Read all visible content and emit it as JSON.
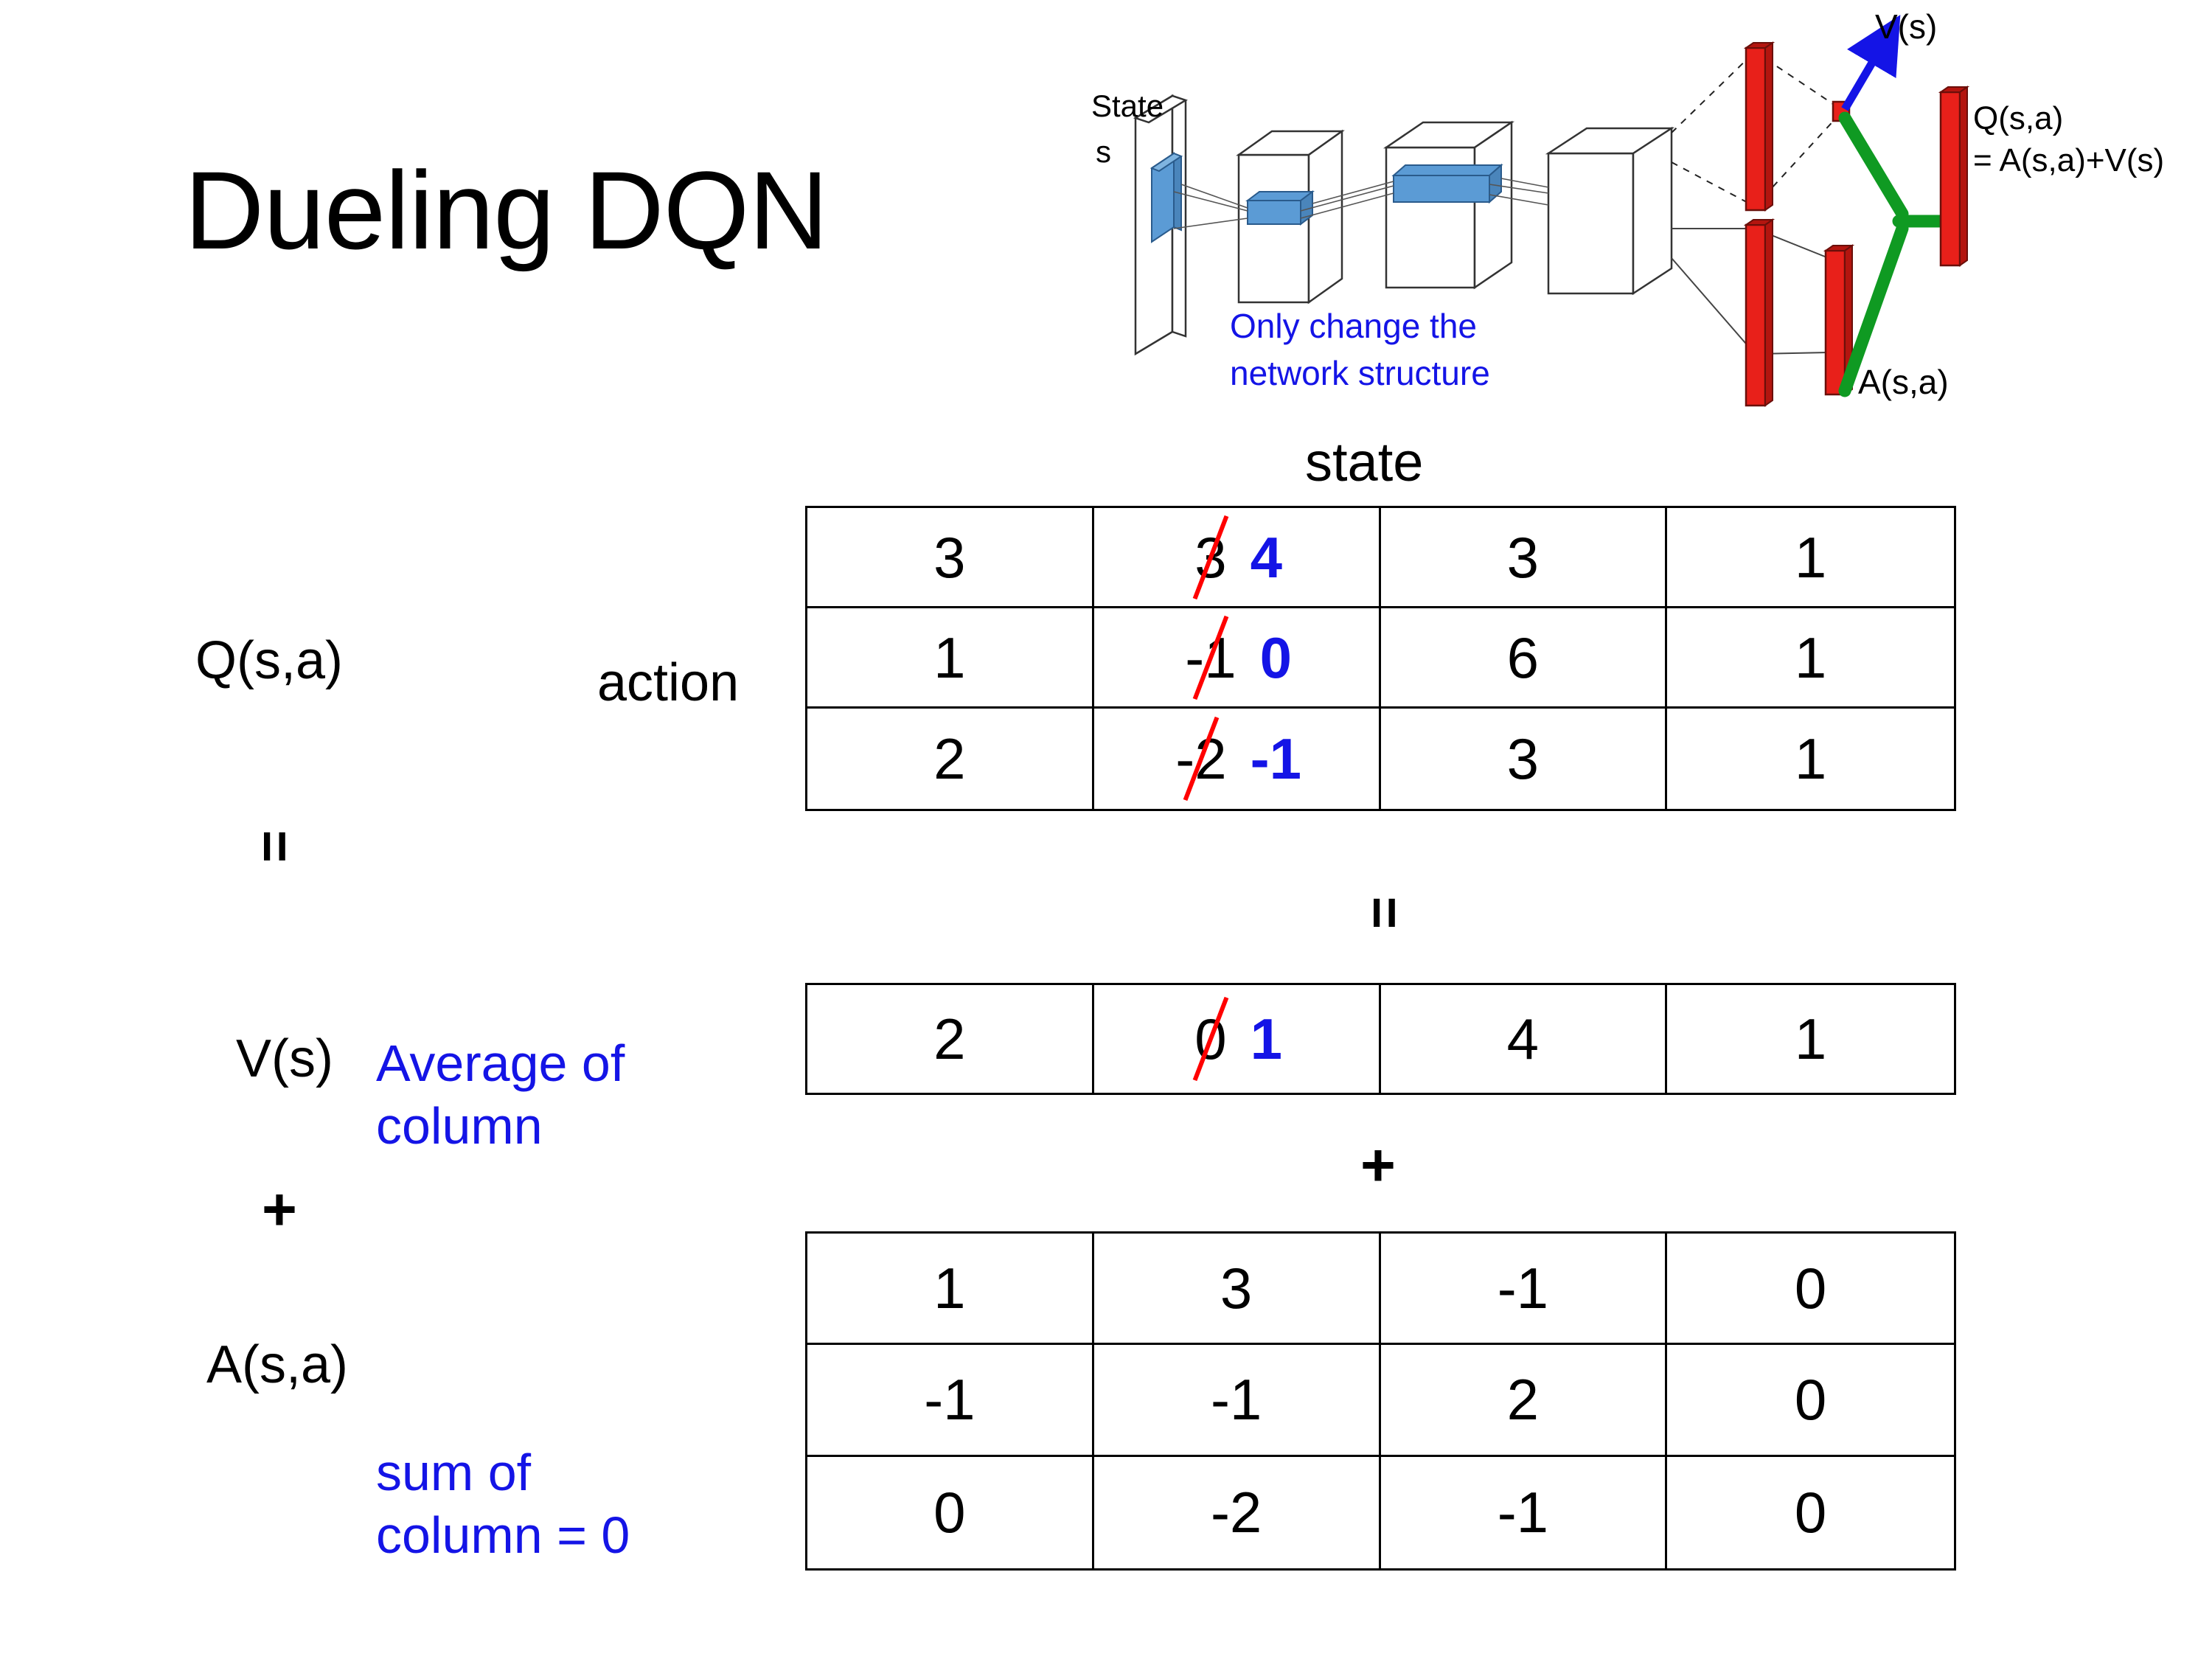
{
  "slide": {
    "title": "Dueling DQN"
  },
  "figure": {
    "state_label_line1": "State",
    "state_label_line2": "s",
    "note": "Only change the\nnetwork structure",
    "note_line1": "Only change the",
    "note_line2": "network structure",
    "value_stream_label": "V(s)",
    "advantage_stream_label": "A(s,a)",
    "output_label_line1": "Q(s,a)",
    "output_label_line2": "= A(s,a)+V(s)",
    "colors": {
      "note_blue": "#1414e6",
      "bar_red": "#e8201a",
      "merge_green": "#0f9a22",
      "arrow_blue": "#1414e6",
      "filter_blue": "#5b9bd5"
    }
  },
  "labels": {
    "state_header": "state",
    "action_header": "action",
    "q_label": "Q(s,a)",
    "v_label": "V(s)",
    "a_label": "A(s,a)",
    "equals_left": "=",
    "equals_middle": "=",
    "plus_left": "+",
    "plus_middle": "+",
    "v_note": "Average of\ncolumn",
    "a_note": "sum of\ncolumn = 0"
  },
  "colors": {
    "strike_red": "#ff0000",
    "edit_blue": "#1414e6",
    "text_black": "#000000"
  },
  "chart_data": {
    "type": "table",
    "title": "Dueling DQN: Q(s,a) = V(s) + A(s,a)",
    "tables": [
      {
        "name": "Q(s,a)",
        "row_axis": "action",
        "col_axis": "state",
        "rows": 3,
        "cols": 4,
        "values": [
          [
            "3",
            "3",
            "3",
            "1"
          ],
          [
            "1",
            "-1",
            "6",
            "1"
          ],
          [
            "2",
            "-2",
            "3",
            "1"
          ]
        ],
        "edits": [
          {
            "row": 0,
            "col": 1,
            "old": "3",
            "new": "4"
          },
          {
            "row": 1,
            "col": 1,
            "old": "-1",
            "new": "0"
          },
          {
            "row": 2,
            "col": 1,
            "old": "-2",
            "new": "-1"
          }
        ]
      },
      {
        "name": "V(s)",
        "rows": 1,
        "cols": 4,
        "values": [
          [
            "2",
            "0",
            "4",
            "1"
          ]
        ],
        "edits": [
          {
            "row": 0,
            "col": 1,
            "old": "0",
            "new": "1"
          }
        ]
      },
      {
        "name": "A(s,a)",
        "rows": 3,
        "cols": 4,
        "values": [
          [
            "1",
            "3",
            "-1",
            "0"
          ],
          [
            "-1",
            "-1",
            "2",
            "0"
          ],
          [
            "0",
            "-2",
            "-1",
            "0"
          ]
        ],
        "edits": []
      }
    ]
  }
}
